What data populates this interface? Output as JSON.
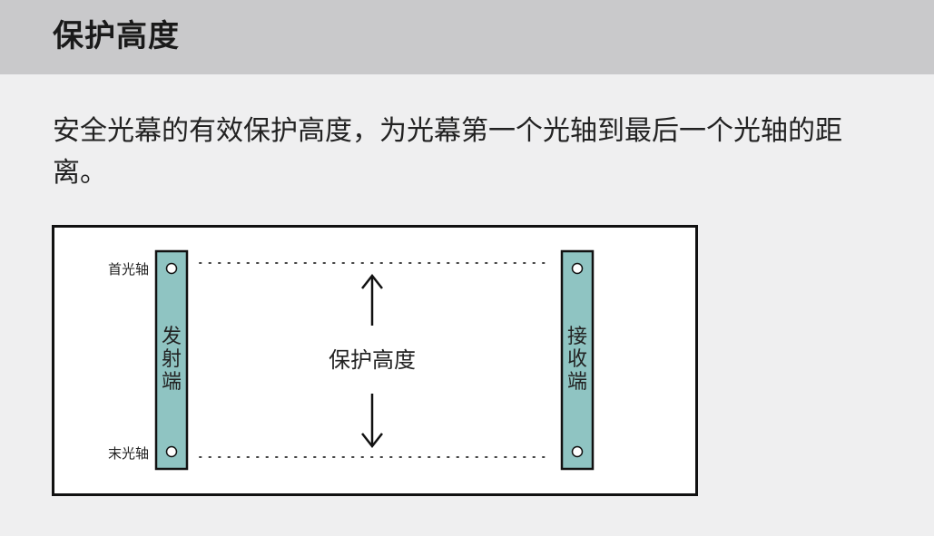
{
  "header": {
    "title": "保护高度"
  },
  "description": {
    "text": "安全光幕的有效保护高度，为光幕第一个光轴到最后一个光轴的距离。"
  },
  "diagram": {
    "first_axis_label": "首光轴",
    "last_axis_label": "末光轴",
    "emitter_label": [
      "发",
      "射",
      "端"
    ],
    "receiver_label": [
      "接",
      "收",
      "端"
    ],
    "height_label": "保护高度",
    "colors": {
      "unit_fill": "#8fc4c2",
      "frame_stroke": "#111111",
      "background": "#ffffff"
    }
  }
}
